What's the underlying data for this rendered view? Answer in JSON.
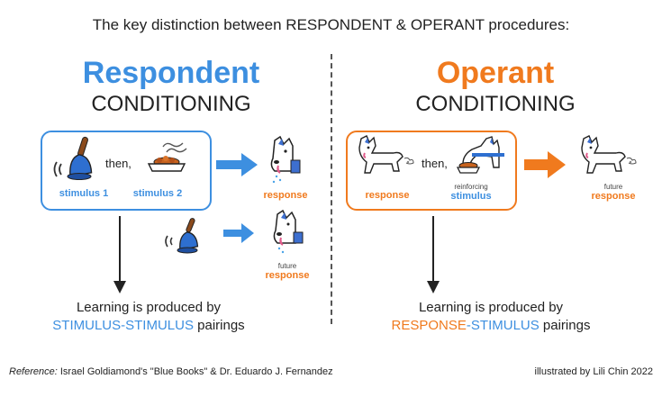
{
  "title": "The key distinction between RESPONDENT & OPERANT procedures:",
  "left": {
    "heading": "Respondent",
    "subheading": "CONDITIONING",
    "then": "then,",
    "stimulus1": "stimulus 1",
    "stimulus2": "stimulus 2",
    "response": "response",
    "future_small": "future",
    "future_response": "response",
    "learning_line1": "Learning is produced by",
    "learning_key1": "STIMULUS",
    "learning_dash": "-",
    "learning_key2": "STIMULUS",
    "learning_tail": " pairings"
  },
  "right": {
    "heading": "Operant",
    "subheading": "CONDITIONING",
    "then": "then,",
    "response": "response",
    "reinforcing_small": "reinforcing",
    "stimulus": "stimulus",
    "future_small": "future",
    "future_response": "response",
    "learning_line1": "Learning is produced by",
    "learning_key1": "RESPONSE",
    "learning_dash": "-",
    "learning_key2": "STIMULUS",
    "learning_tail": " pairings"
  },
  "footer": {
    "reference_label": "Reference:",
    "reference_text": " Israel Goldiamond's \"Blue Books\" & Dr. Eduardo J. Fernandez",
    "credit": "illustrated by Lili Chin  2022"
  },
  "icons": [
    "bell-icon",
    "food-bowl-icon",
    "drooling-dog-icon",
    "running-dog-icon",
    "dog-eating-icon",
    "arrow-right-icon",
    "arrow-down-icon"
  ],
  "colors": {
    "respondent_blue": "#3d8fe0",
    "operant_orange": "#f07a1e",
    "text": "#222222"
  }
}
